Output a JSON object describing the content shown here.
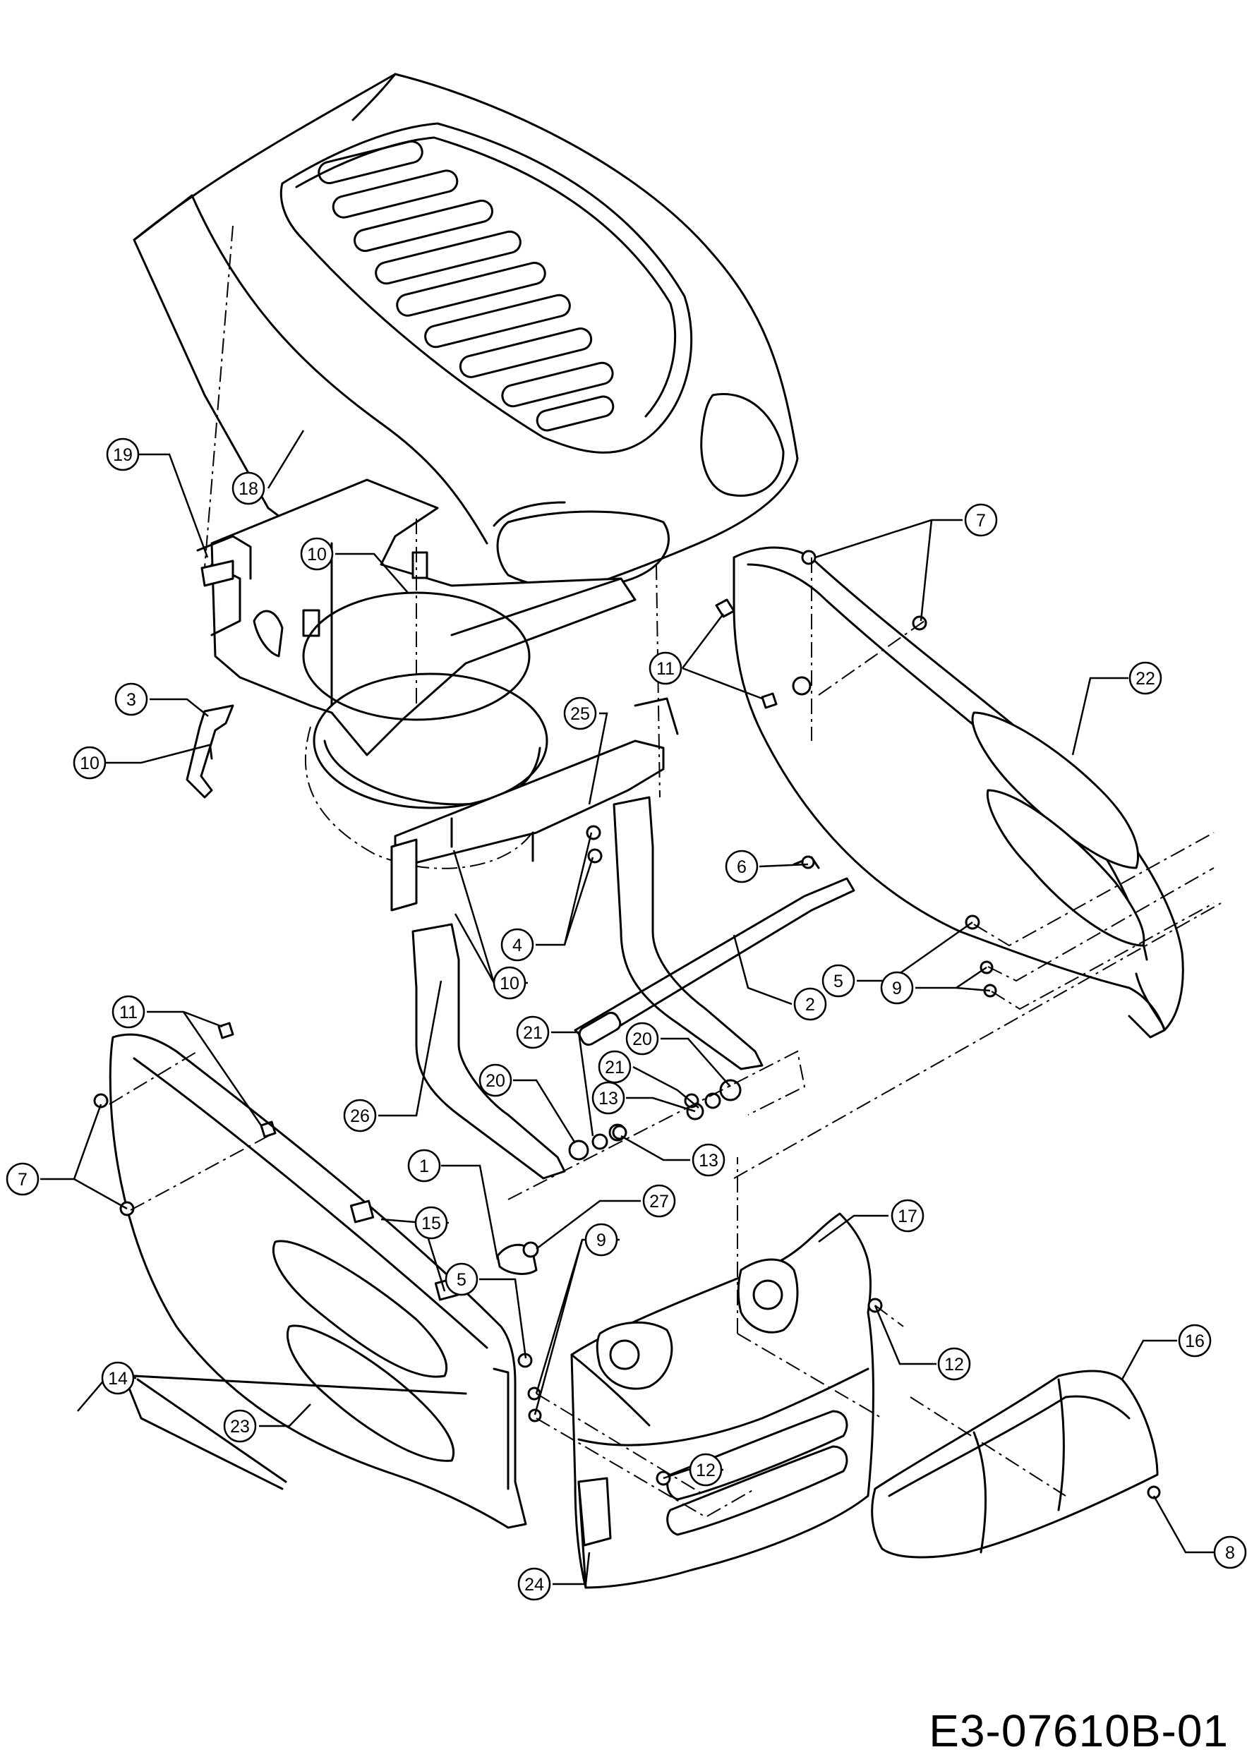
{
  "drawing_code": "E3-07610B-01",
  "callouts": [
    {
      "label": "19",
      "part": "part-19"
    },
    {
      "label": "18",
      "part": "hood"
    },
    {
      "label": "10",
      "part": "part-10"
    },
    {
      "label": "3",
      "part": "part-3"
    },
    {
      "label": "10",
      "part": "part-10"
    },
    {
      "label": "7",
      "part": "part-7"
    },
    {
      "label": "11",
      "part": "part-11"
    },
    {
      "label": "22",
      "part": "right-side-panel"
    },
    {
      "label": "25",
      "part": "part-25"
    },
    {
      "label": "6",
      "part": "part-6"
    },
    {
      "label": "4",
      "part": "part-4"
    },
    {
      "label": "10",
      "part": "part-10"
    },
    {
      "label": "5",
      "part": "part-5"
    },
    {
      "label": "9",
      "part": "part-9"
    },
    {
      "label": "2",
      "part": "part-2"
    },
    {
      "label": "11",
      "part": "part-11"
    },
    {
      "label": "21",
      "part": "part-21"
    },
    {
      "label": "20",
      "part": "part-20"
    },
    {
      "label": "21",
      "part": "part-21"
    },
    {
      "label": "20",
      "part": "part-20"
    },
    {
      "label": "13",
      "part": "part-13"
    },
    {
      "label": "26",
      "part": "part-26"
    },
    {
      "label": "13",
      "part": "part-13"
    },
    {
      "label": "7",
      "part": "part-7"
    },
    {
      "label": "1",
      "part": "part-1"
    },
    {
      "label": "27",
      "part": "part-27"
    },
    {
      "label": "15",
      "part": "part-15"
    },
    {
      "label": "17",
      "part": "part-17"
    },
    {
      "label": "9",
      "part": "part-9"
    },
    {
      "label": "5",
      "part": "part-5"
    },
    {
      "label": "12",
      "part": "part-12"
    },
    {
      "label": "16",
      "part": "part-16"
    },
    {
      "label": "14",
      "part": "part-14"
    },
    {
      "label": "23",
      "part": "left-side-panel"
    },
    {
      "label": "12",
      "part": "part-12"
    },
    {
      "label": "8",
      "part": "part-8"
    },
    {
      "label": "24",
      "part": "front-grille"
    }
  ]
}
